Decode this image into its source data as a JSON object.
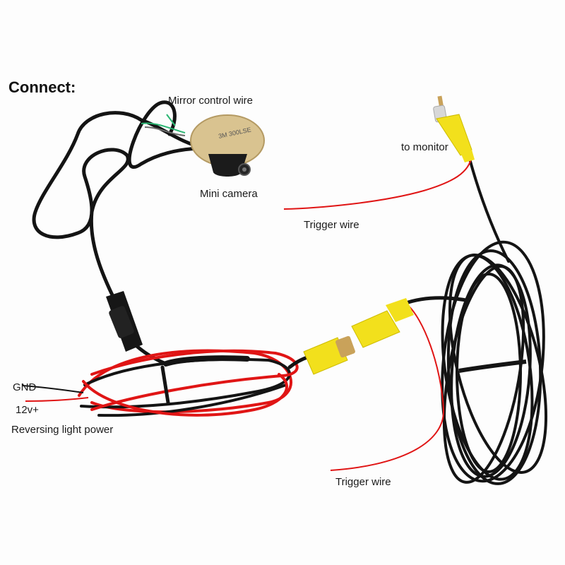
{
  "title": "Connect:",
  "labels": {
    "mirror_control_wire": "Mirror control wire",
    "mini_camera": "Mini camera",
    "to_monitor": "to monitor",
    "trigger_wire_top": "Trigger wire",
    "gnd": "GND",
    "v12": "12v+",
    "reversing_light_power": "Reversing light power",
    "trigger_wire_bottom": "Trigger wire"
  },
  "camera_sticker_text": "3M 300LSE",
  "colors": {
    "background": "#fdfdfd",
    "cable_black": "#141414",
    "wire_red": "#e01515",
    "rca_yellow": "#f2e01c",
    "rca_metal": "#c9a25a",
    "sticker": "#d9c390",
    "label_text": "#1a1a1a"
  },
  "icons": [
    "mini-camera-icon",
    "rca-connector-icon",
    "dc-connector-icon"
  ]
}
